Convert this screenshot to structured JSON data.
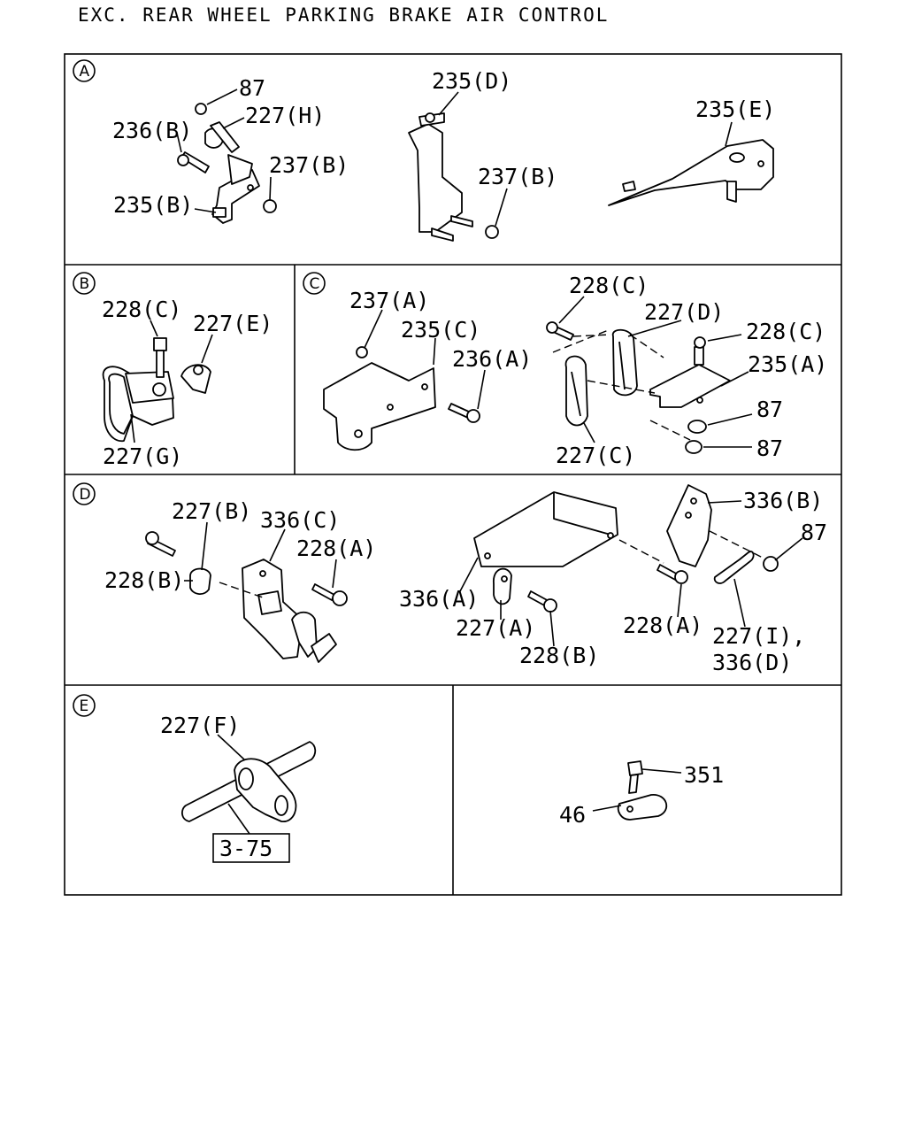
{
  "title": "EXC. REAR WHEEL PARKING BRAKE AIR CONTROL",
  "sections": {
    "A": {
      "marker": "A",
      "labels": [
        "87",
        "227(H)",
        "236(B)",
        "237(B)",
        "235(B)",
        "235(D)",
        "237(B)",
        "235(E)"
      ]
    },
    "B": {
      "marker": "B",
      "labels": [
        "228(C)",
        "227(E)",
        "227(G)"
      ]
    },
    "C": {
      "marker": "C",
      "labels": [
        "237(A)",
        "235(C)",
        "236(A)",
        "228(C)",
        "227(D)",
        "228(C)",
        "235(A)",
        "87",
        "87",
        "227(C)"
      ]
    },
    "D": {
      "marker": "D",
      "labels": [
        "227(B)",
        "336(C)",
        "228(A)",
        "228(B)",
        "336(B)",
        "87",
        "336(A)",
        "227(A)",
        "228(B)",
        "228(A)",
        "227(I),",
        "336(D)"
      ]
    },
    "E": {
      "marker": "E",
      "labels": [
        "227(F)",
        "3-75"
      ]
    },
    "F": {
      "labels": [
        "351",
        "46"
      ]
    }
  }
}
